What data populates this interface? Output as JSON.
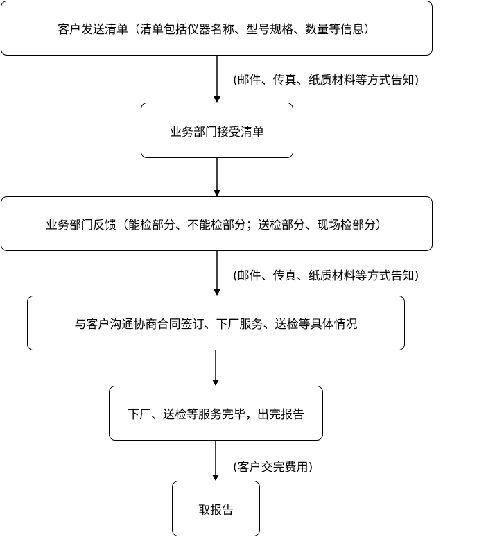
{
  "flow": {
    "steps": [
      "客户发送清单（清单包括仪器名称、型号规格、数量等信息）",
      "业务部门接受清单",
      "业务部门反馈（能检部分、不能检部分；送检部分、现场检部分）",
      "与客户沟通协商合同签订、下厂服务、送检等具体情况",
      "下厂、送检等服务完毕，出完报告",
      "取报告"
    ],
    "notes": [
      "(邮件、传真、纸质材料等方式告知)",
      "(邮件、传真、纸质材料等方式告知)",
      "(客户交完费用)"
    ]
  }
}
